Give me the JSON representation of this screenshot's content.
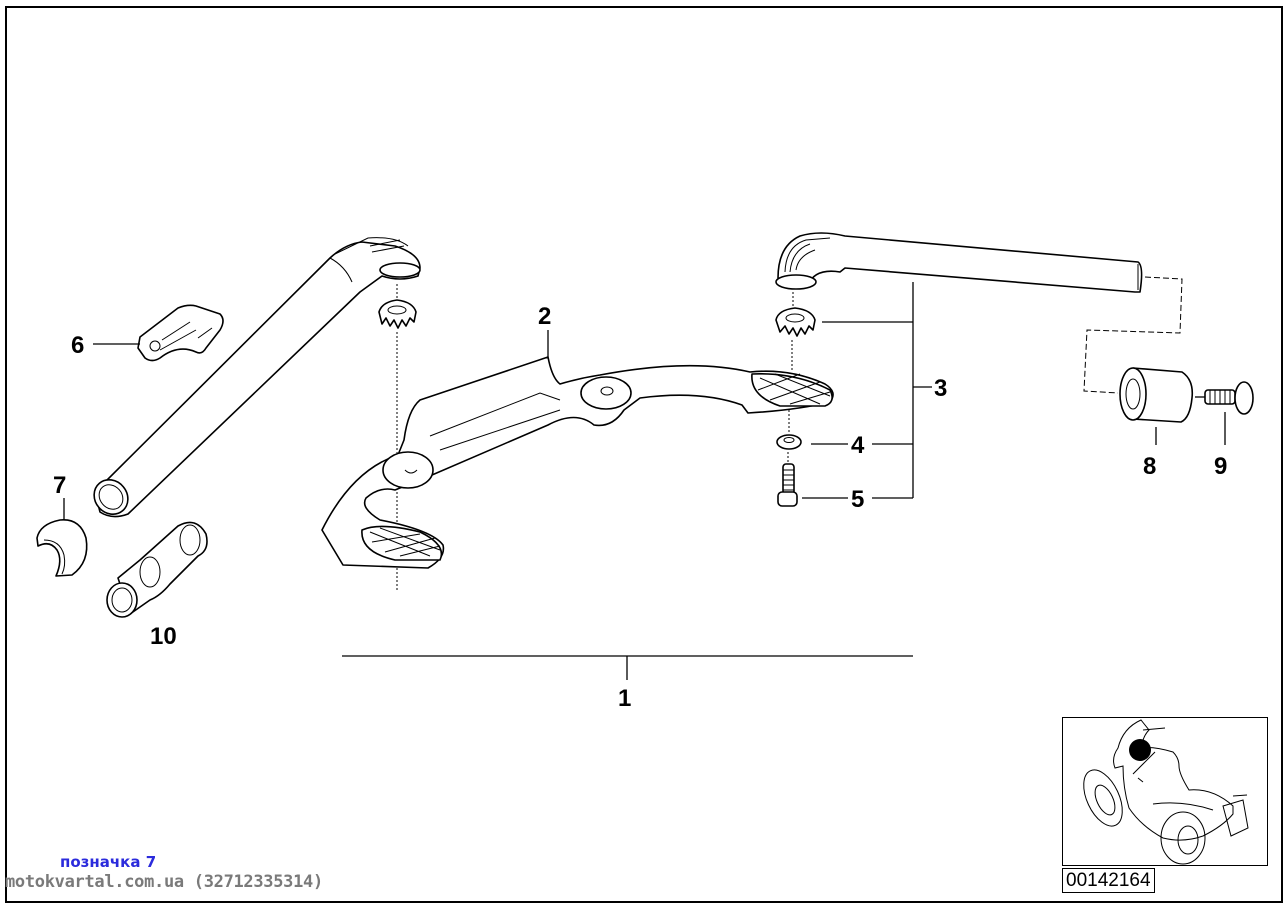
{
  "diagram": {
    "type": "exploded-parts-diagram",
    "subject": "Passenger grab handle / rear carrier handles",
    "callouts": [
      {
        "id": "1",
        "label": "1",
        "refers_to": "handle assembly (bracket over parts 2-5)"
      },
      {
        "id": "2",
        "label": "2",
        "refers_to": "center bracket with footrest pads"
      },
      {
        "id": "3",
        "label": "3",
        "refers_to": "grab handle (with parts 4, 5 and serrated washer)"
      },
      {
        "id": "4",
        "label": "4",
        "refers_to": "washer"
      },
      {
        "id": "5",
        "label": "5",
        "refers_to": "cap screw"
      },
      {
        "id": "6",
        "label": "6",
        "refers_to": "label plate"
      },
      {
        "id": "7",
        "label": "7",
        "refers_to": "half shell bushing"
      },
      {
        "id": "8",
        "label": "8",
        "refers_to": "end weight / spacer"
      },
      {
        "id": "9",
        "label": "9",
        "refers_to": "screw"
      },
      {
        "id": "10",
        "label": "10",
        "refers_to": "tube insert"
      }
    ]
  },
  "caption": "позначка 7",
  "watermark": "motokvartal.com.ua (32712335314)",
  "inset": {
    "description": "motorcycle locator thumbnail with position marker",
    "marker_color": "#000000"
  },
  "document_number": "00142164",
  "colors": {
    "caption": "#2b2bdc",
    "watermark": "#7a7a7a",
    "line": "#000000"
  }
}
